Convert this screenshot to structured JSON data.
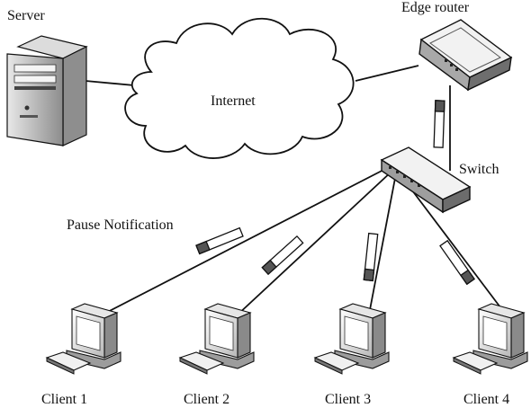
{
  "nodes": {
    "server": "Server",
    "internet": "Internet",
    "edge_router": "Edge router",
    "switch": "Switch",
    "clients": [
      "Client 1",
      "Client 2",
      "Client 3",
      "Client 4"
    ]
  },
  "annotations": {
    "pause_notification": "Pause Notification"
  }
}
